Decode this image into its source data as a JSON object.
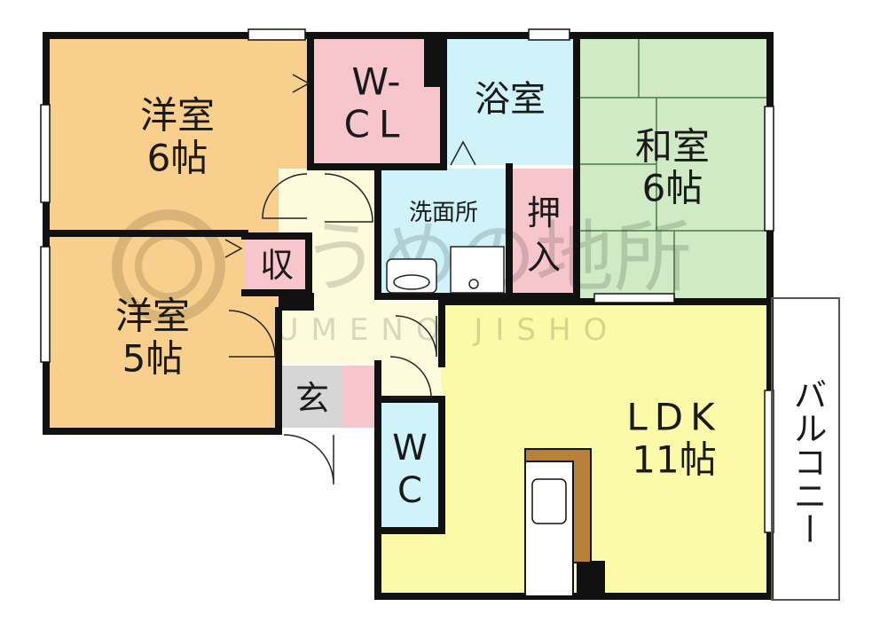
{
  "rooms": {
    "western_6": {
      "line1": "洋室",
      "line2": "6帖",
      "color": "#f8cf8c"
    },
    "western_5": {
      "line1": "洋室",
      "line2": "5帖",
      "color": "#f8cf8c"
    },
    "walk_in_closet": {
      "line1": "W-",
      "line2": "CL",
      "color": "#f6c6cc"
    },
    "bathroom": {
      "label": "浴室",
      "color": "#cff3f8"
    },
    "japanese_6": {
      "line1": "和室",
      "line2": "6帖",
      "color": "#cfeac4"
    },
    "washroom": {
      "label": "洗面所",
      "color": "#cff3f8"
    },
    "oshiire": {
      "line1": "押",
      "line2": "入",
      "color": "#f6c6cc"
    },
    "storage": {
      "label": "収",
      "color": "#f6c6cc"
    },
    "entrance": {
      "label": "玄",
      "color": "#d6d6d6"
    },
    "toilet": {
      "line1": "W",
      "line2": "C",
      "color": "#cff3f8"
    },
    "ldk": {
      "line1": "LDK",
      "line2": "11帖",
      "color": "#fbfaa8"
    },
    "balcony": {
      "label": "バルコニー",
      "color": "#ffffff"
    },
    "hallway": {
      "color": "#fdfbdc"
    }
  },
  "watermark": {
    "logo_text": "うめの地所",
    "sub_text": "UMENO JISHO"
  },
  "colors": {
    "wall": "#111111",
    "counter": "#b7813a",
    "grey": "#bdbdbd"
  }
}
